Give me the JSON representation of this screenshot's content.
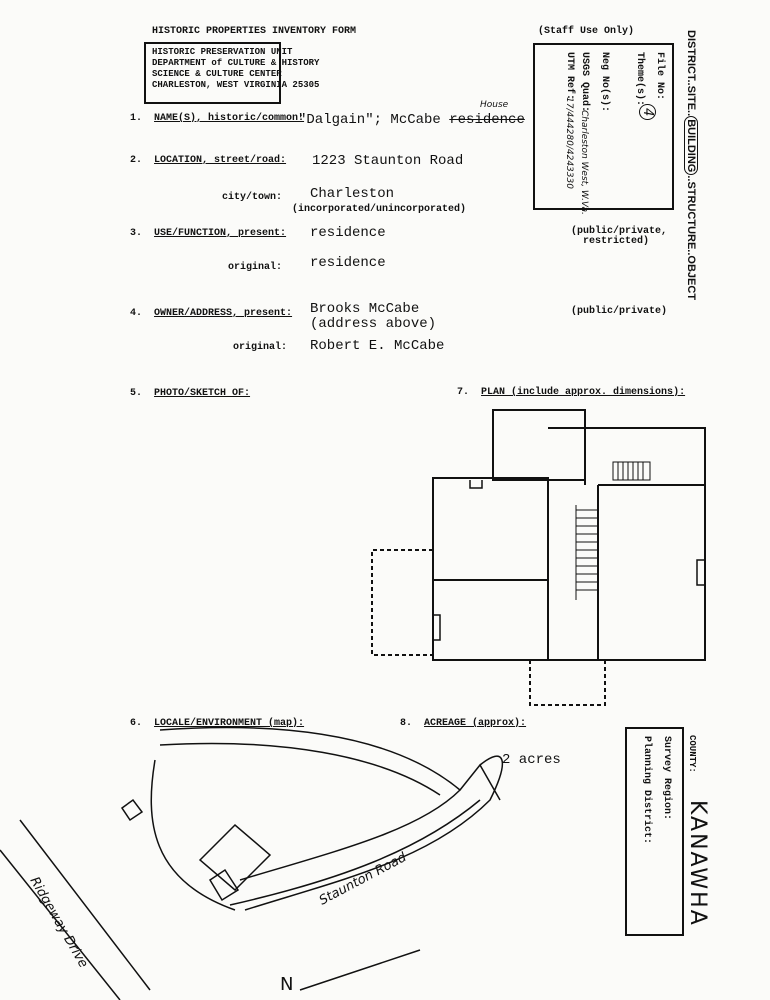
{
  "form_title": "HISTORIC PROPERTIES INVENTORY FORM",
  "staff_use": "(Staff Use Only)",
  "agency": [
    "HISTORIC PRESERVATION UNIT",
    "DEPARTMENT of CULTURE & HISTORY",
    "SCIENCE & CULTURE CENTER",
    "CHARLESTON, WEST VIRGINIA  25305"
  ],
  "staff_box": {
    "file_no": "File No:",
    "themes": "Theme(s):",
    "theme_value": "4",
    "neg_no": "Neg No(s):",
    "usgs_quad": "USGS Quad:",
    "usgs_value": "Charleston West, W.Va.",
    "utm_ref": "UTM Ref:",
    "utm_value": "17/444280/4243330"
  },
  "classification": {
    "prefix": "DISTRICT..SITE..",
    "selected": "BUILDING",
    "suffix": "..STRUCTURE..OBJECT"
  },
  "fields": {
    "name": {
      "num": "1.",
      "label": "NAME(S), historic/common:",
      "value": "\"Dalgain\"; McCabe ",
      "struck": "residence",
      "handwritten": "House"
    },
    "location": {
      "num": "2.",
      "label": "LOCATION, street/road:",
      "value": "1223 Staunton Road"
    },
    "city": {
      "label": "city/town:",
      "value": "Charleston",
      "status": "(incorporated/unincorporated)"
    },
    "use_present": {
      "num": "3.",
      "label": "USE/FUNCTION, present:",
      "value": "residence",
      "ownership": "(public/private,",
      "ownership2": "restricted)"
    },
    "use_original": {
      "label": "original:",
      "value": "residence"
    },
    "owner_present": {
      "num": "4.",
      "label": "OWNER/ADDRESS, present:",
      "value": "Brooks McCabe",
      "value2": "(address above)",
      "ownership": "(public/private)"
    },
    "owner_original": {
      "label": "original:",
      "value": "Robert E. McCabe"
    },
    "photo": {
      "num": "5.",
      "label": "PHOTO/SKETCH OF:"
    },
    "plan": {
      "num": "7.",
      "label": "PLAN (include approx. dimensions):"
    },
    "locale": {
      "num": "6.",
      "label": "LOCALE/ENVIRONMENT (map):"
    },
    "acreage": {
      "num": "8.",
      "label": "ACREAGE (approx):",
      "value": "2 acres"
    }
  },
  "county_box": {
    "county": "COUNTY:",
    "county_value": "KANAWHA",
    "survey": "Survey Region:",
    "planning": "Planning District:"
  },
  "map_labels": {
    "road1": "Staunton Road",
    "road2": "Ridgeway Drive",
    "north": "N"
  }
}
